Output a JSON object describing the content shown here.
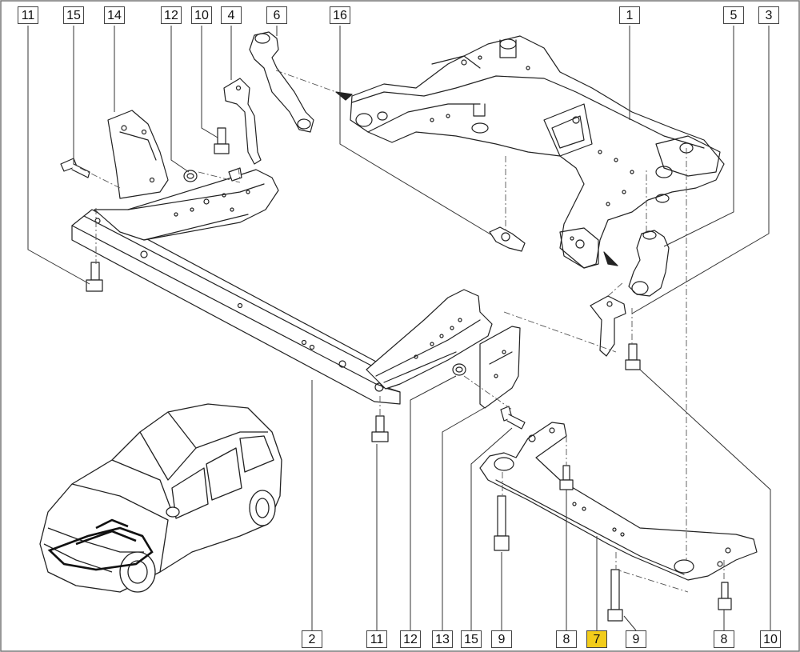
{
  "diagram": {
    "subject": "Front subframe exploded view",
    "highlight_color": "#f2cc1a",
    "line_color": "#222222",
    "callouts_top": [
      {
        "id": "t11",
        "label": "11"
      },
      {
        "id": "t15",
        "label": "15"
      },
      {
        "id": "t14",
        "label": "14"
      },
      {
        "id": "t12",
        "label": "12"
      },
      {
        "id": "t10",
        "label": "10"
      },
      {
        "id": "t4",
        "label": "4"
      },
      {
        "id": "t6",
        "label": "6"
      },
      {
        "id": "t16",
        "label": "16"
      },
      {
        "id": "t1",
        "label": "1"
      },
      {
        "id": "t5",
        "label": "5"
      },
      {
        "id": "t3",
        "label": "3"
      }
    ],
    "callouts_bottom": [
      {
        "id": "b2",
        "label": "2"
      },
      {
        "id": "b11",
        "label": "11"
      },
      {
        "id": "b12",
        "label": "12"
      },
      {
        "id": "b13",
        "label": "13"
      },
      {
        "id": "b15",
        "label": "15"
      },
      {
        "id": "b9a",
        "label": "9"
      },
      {
        "id": "b8a",
        "label": "8"
      },
      {
        "id": "b7",
        "label": "7",
        "highlighted": true
      },
      {
        "id": "b9b",
        "label": "9"
      },
      {
        "id": "b8b",
        "label": "8"
      },
      {
        "id": "b10",
        "label": "10"
      }
    ]
  }
}
